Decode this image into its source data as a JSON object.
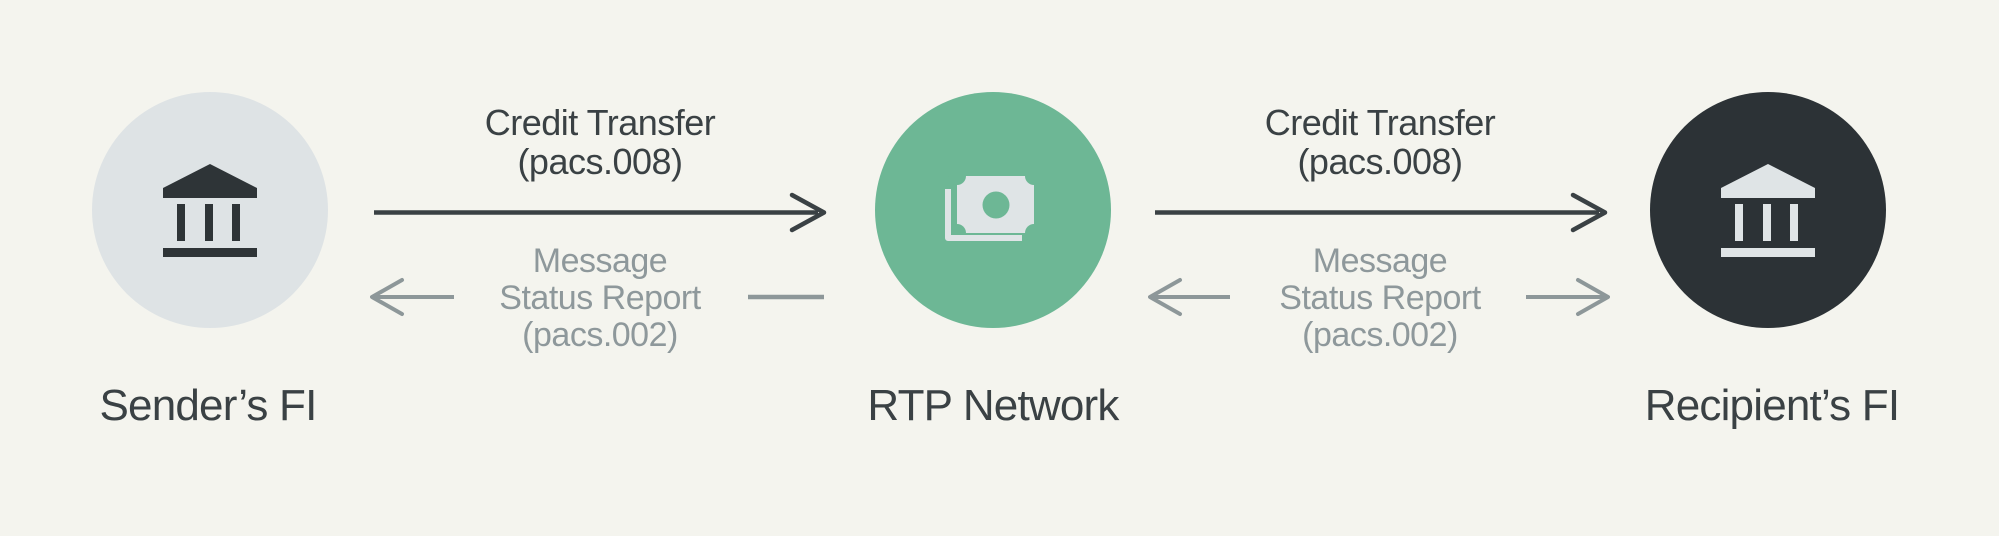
{
  "diagram": {
    "title_implied": "RTP credit transfer message flow",
    "background_color": "#f4f4ee",
    "nodes": [
      {
        "id": "sender",
        "label": "Sender’s FI",
        "icon": "bank-icon",
        "circle_color": "#dee3e5",
        "icon_color": "#2e3437"
      },
      {
        "id": "rtp",
        "label": "RTP Network",
        "icon": "money-icon",
        "circle_color": "#6db795",
        "icon_color": "#dfe4e6"
      },
      {
        "id": "recipient",
        "label": "Recipient’s FI",
        "icon": "bank-icon",
        "circle_color": "#2c3236",
        "icon_color": "#dfe4e6"
      }
    ],
    "flows": {
      "credit_transfer_left": {
        "from": "Sender’s FI",
        "to": "RTP Network",
        "direction": "right",
        "arrow_color": "#3a4144",
        "line1": "Credit Transfer",
        "line2": "(pacs.008)"
      },
      "credit_transfer_right": {
        "from": "RTP Network",
        "to": "Recipient’s FI",
        "direction": "right",
        "arrow_color": "#3a4144",
        "line1": "Credit Transfer",
        "line2": "(pacs.008)"
      },
      "status_report_left": {
        "from": "RTP Network",
        "to": "Sender’s FI",
        "direction": "left",
        "arrow_color": "#8d9799",
        "line1": "Message",
        "line2": "Status Report",
        "line3": "(pacs.002)"
      },
      "status_report_right": {
        "from": "RTP Network",
        "to": "Recipient’s FI",
        "direction": "both",
        "arrow_color": "#8d9799",
        "line1": "Message",
        "line2": "Status Report",
        "line3": "(pacs.002)"
      }
    }
  }
}
